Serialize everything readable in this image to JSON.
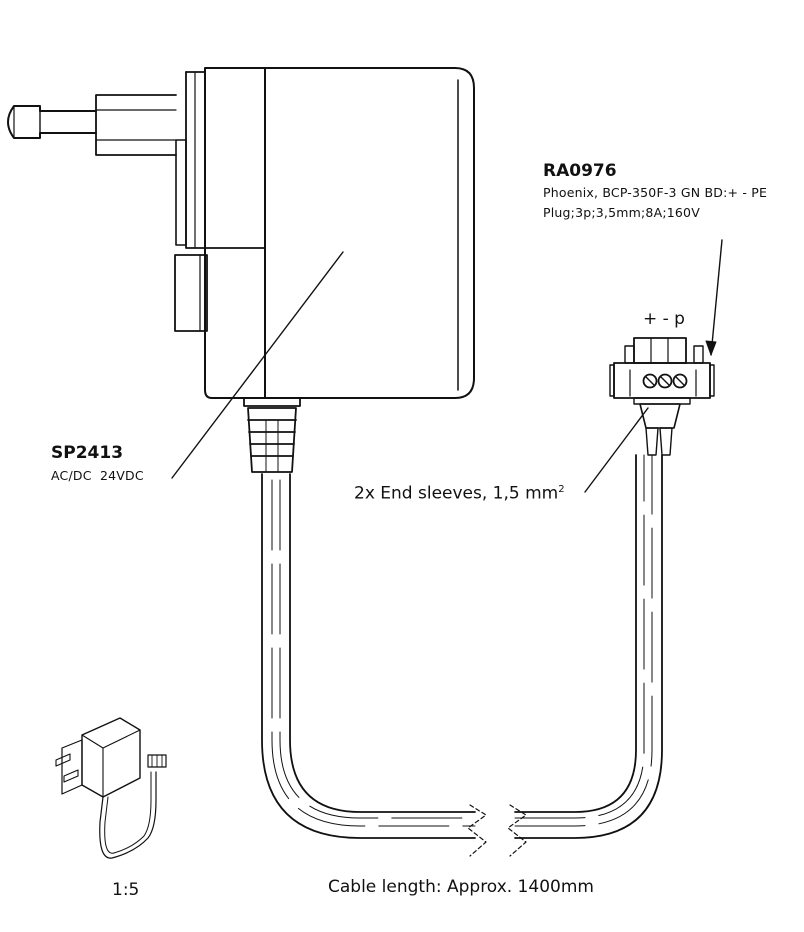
{
  "adapter": {
    "part_number": "SP2413",
    "description": "AC/DC  24VDC"
  },
  "connector": {
    "part_number": "RA0976",
    "line1": "Phoenix, BCP-350F-3 GN BD:+ - PE",
    "line2": "Plug;3p;3,5mm;8A;160V",
    "pin_labels": "+ - p"
  },
  "sleeves": {
    "text": "2x End sleeves, 1,5 mm",
    "superscript": "2"
  },
  "scale": "1:5",
  "cable_length": "Cable length: Approx. 1400mm"
}
